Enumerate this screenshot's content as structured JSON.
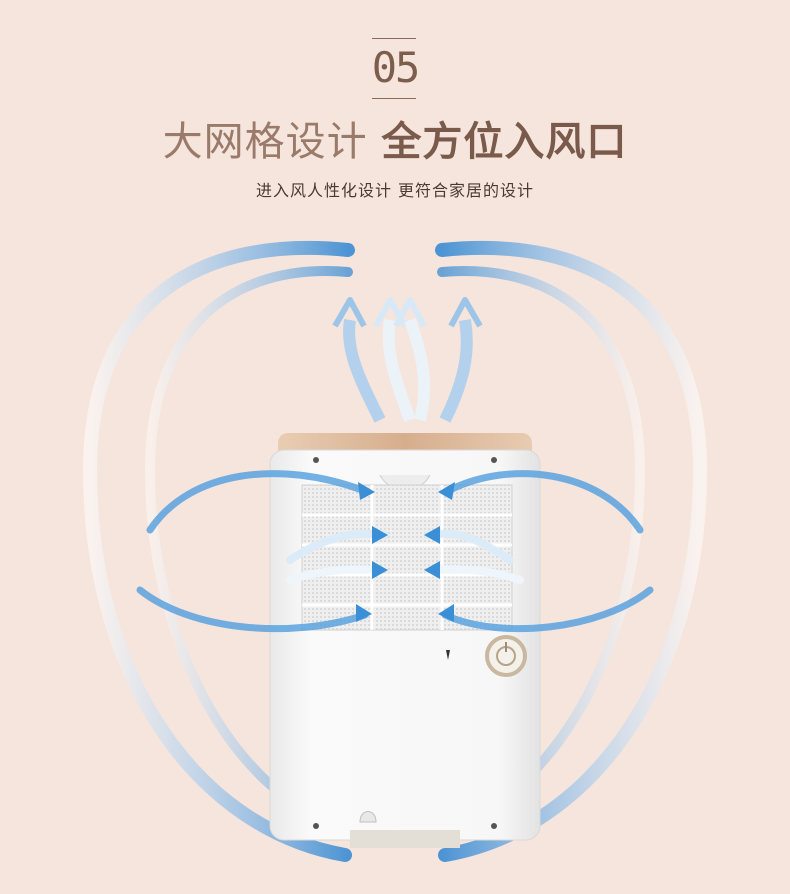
{
  "section_number": "05",
  "headline": {
    "light": "大网格设计",
    "strong": "全方位入风口"
  },
  "subline": "进入风人性化设计 更符合家居的设计",
  "colors": {
    "background": "#f6e5dc",
    "text_brown": "#7d5e4d",
    "airflow_blue": "#3a8fd6",
    "device_white": "#f4f4f4",
    "device_top_gold": "#d9b596"
  },
  "icons": [
    "airflow-arrow-icon",
    "drain-knob-icon"
  ]
}
